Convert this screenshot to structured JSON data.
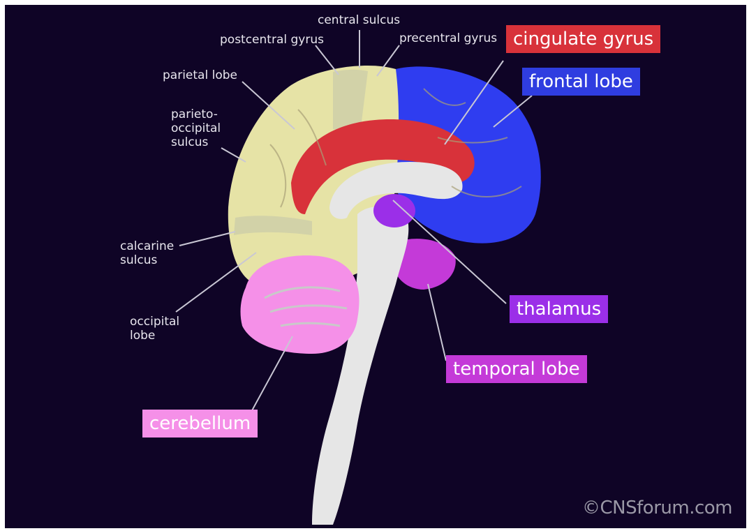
{
  "labels": {
    "central_sulcus": "central sulcus",
    "postcentral_gyrus": "postcentral gyrus",
    "precentral_gyrus": "precentral gyrus",
    "parietal_lobe": "parietal lobe",
    "parieto_occipital_sulcus": [
      "parieto-",
      "occipital",
      "sulcus"
    ],
    "calcarine_sulcus": [
      "calcarine",
      "sulcus"
    ],
    "occipital_lobe": [
      "occipital",
      "lobe"
    ]
  },
  "boxes": {
    "cingulate_gyrus": {
      "text": "cingulate gyrus",
      "color": "#d8323a"
    },
    "frontal_lobe": {
      "text": "frontal lobe",
      "color": "#2f3de0"
    },
    "thalamus": {
      "text": "thalamus",
      "color": "#9b2fe8"
    },
    "temporal_lobe": {
      "text": "temporal lobe",
      "color": "#c43ad8"
    },
    "cerebellum": {
      "text": "cerebellum",
      "color": "#f590e8"
    }
  },
  "colors": {
    "background": "#0f0426",
    "parietal_occipital": "#e6e3a6",
    "frontal": "#2f3df0",
    "cingulate": "#d8323a",
    "thalamus": "#9b2fe8",
    "temporal": "#c43ad8",
    "cerebellum": "#f590e8",
    "brainstem": "#e6e6e6"
  },
  "copyright": "©CNSforum.com"
}
